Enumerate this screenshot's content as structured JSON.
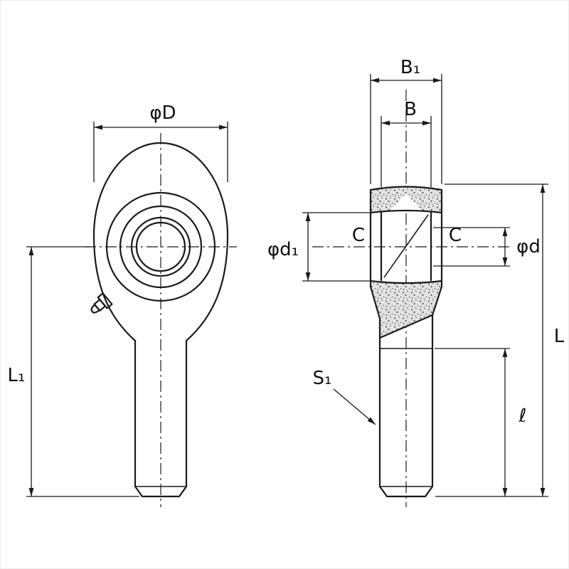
{
  "drawing": {
    "kind": "rod-end-bearing-two-view-technical-drawing",
    "colors": {
      "line": "#1a1a1a",
      "background": "#ffffff",
      "section_fill": "#e3e3e3",
      "section_speckle": "#5f5f5f"
    },
    "labels": {
      "phi_D": "φD",
      "L1": "L₁",
      "B1": "B₁",
      "B": "B",
      "C_left": "C",
      "C_right": "C",
      "phi_d1": "φd₁",
      "phi_d": "φd",
      "L": "L",
      "ell": "ℓ",
      "S1": "S₁"
    }
  }
}
